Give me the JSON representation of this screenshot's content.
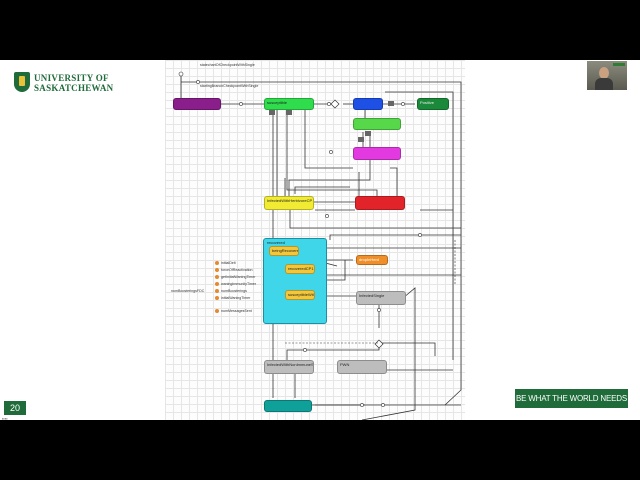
{
  "logo": {
    "line1": "UNIVERSITY OF",
    "line2": "SASKATCHEWAN"
  },
  "slide_number": "20",
  "tagline": "BE WHAT THE WORLD NEEDS",
  "diagram": {
    "top_labels": [
      "statechartOfCheckpointWithSingle",
      "startingBranchCheckpointWithSingle"
    ],
    "states": {
      "purple": "",
      "green1": "susceptible",
      "blue": "",
      "dkgreen": "Positive",
      "lgreen": "",
      "magenta": "",
      "yellow1": "InfectedWithHerbivoreCP",
      "red1": "",
      "composite_title": "recovered",
      "y_a": "beingRecovered",
      "y_b": "recoveredCP1",
      "y_c": "susceptibleWithIml",
      "orange": "dropInHerd",
      "gray1": "InfectedSingle",
      "gray2": "InfectedWithNonImmuneSingles",
      "gray3": "PWN",
      "teal": ""
    },
    "legend": [
      "initialDelt",
      "forceOfReactivation",
      "getInitialWaningTimer",
      "waningImmunityTimer",
      "numBoosterings",
      "initialWaningTimer",
      "numMessagesSent"
    ],
    "legend_aside": "numBoosteringsFDC"
  }
}
